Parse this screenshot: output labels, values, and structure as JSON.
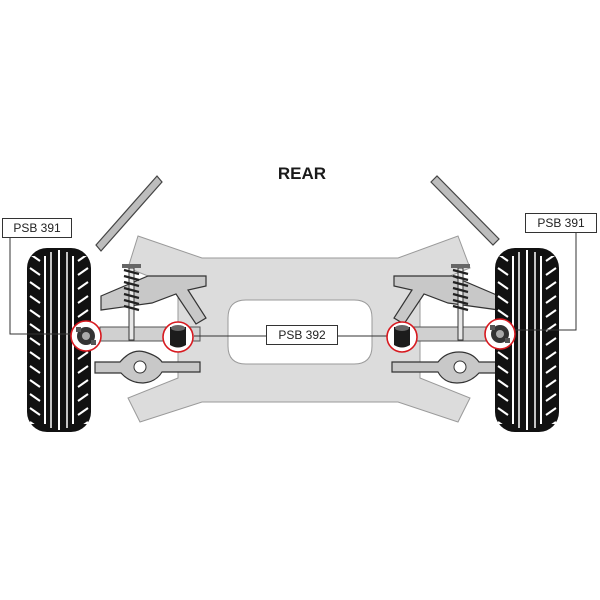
{
  "diagram": {
    "title": "REAR",
    "callouts": {
      "left_outer": "PSB 391",
      "right_outer": "PSB 391",
      "center_inner": "PSB 392"
    },
    "colors": {
      "chassis": "#dcdcdc",
      "chassis_stroke": "#9a9a9a",
      "tyre": "#111111",
      "tread": "#ffffff",
      "arm": "#bdbdbd",
      "bushing": "#1c1c1c",
      "highlight_ring": "#d7191f",
      "leader_line": "#333333"
    },
    "icons": [
      "coil-spring-icon",
      "bushing-icon",
      "knuckle-bushing-icon",
      "tyre-icon"
    ]
  }
}
